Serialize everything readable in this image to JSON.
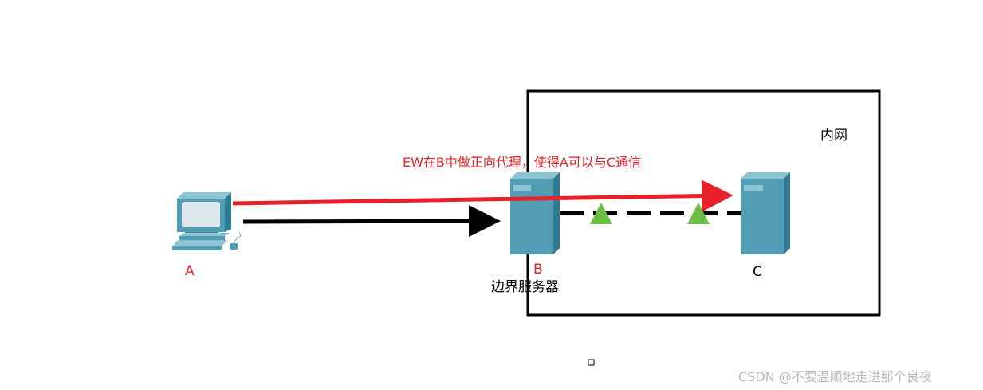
{
  "labels": {
    "intranet": "内网",
    "annotation": "EW在B中做正向代理，使得A可以与C通信",
    "node_a": "A",
    "node_b": "B",
    "border_server": "边界服务器",
    "node_c": "C"
  },
  "watermark": "CSDN @不要温顺地走进那个良夜",
  "colors": {
    "red": "#e8202a",
    "arrow_black": "#000000",
    "triangle_green": "#6cbf45",
    "server_front": "#519db4",
    "server_side": "#2f7a92",
    "server_top": "#8cc4d4"
  },
  "icons": {
    "computer_a": "desktop-computer-icon",
    "server_b": "server-icon",
    "server_c": "server-icon"
  }
}
